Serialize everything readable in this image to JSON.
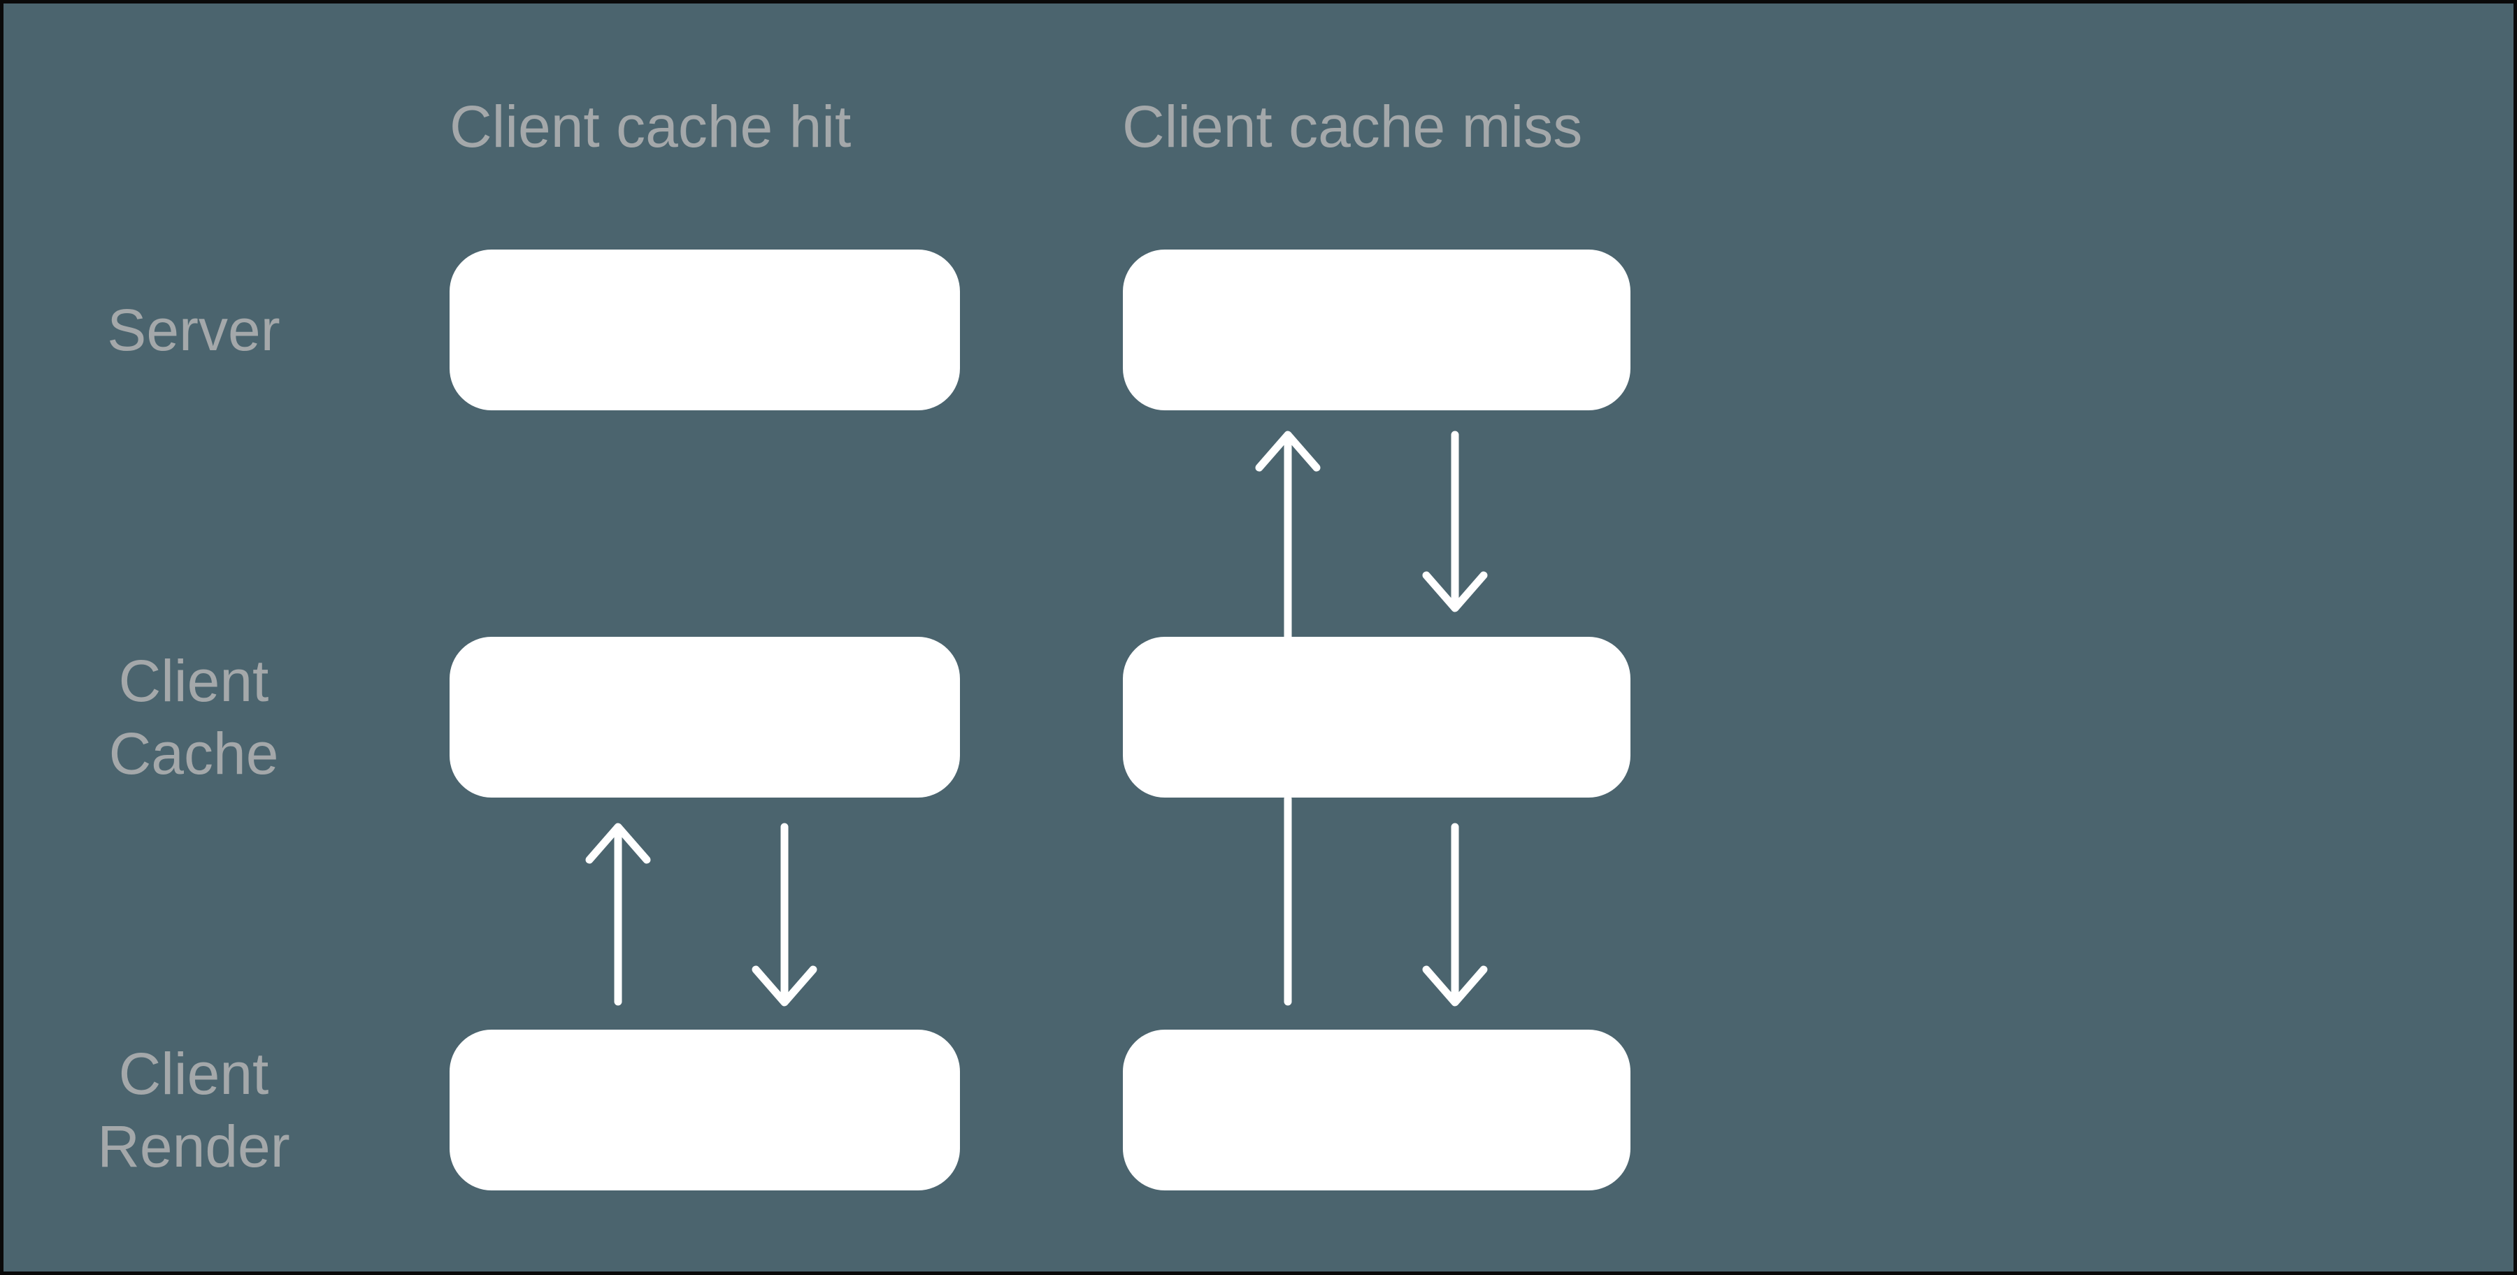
{
  "colors": {
    "background": "#4b646e",
    "box-fill": "#ffffff",
    "arrow-stroke": "#ffffff",
    "text-muted": "#a4a8aa",
    "border": "#0a0a0a"
  },
  "columns": [
    {
      "id": "cache-hit",
      "header": "Client cache hit"
    },
    {
      "id": "cache-miss",
      "header": "Client cache miss"
    }
  ],
  "rows": [
    {
      "id": "server",
      "lines": [
        "Server"
      ]
    },
    {
      "id": "client-cache",
      "lines": [
        "Client",
        "Cache"
      ]
    },
    {
      "id": "client-render",
      "lines": [
        "Client",
        "Render"
      ]
    }
  ],
  "flows": [
    {
      "column": "cache-hit",
      "from": "client-render",
      "to": "client-cache",
      "direction": "up"
    },
    {
      "column": "cache-hit",
      "from": "client-cache",
      "to": "client-render",
      "direction": "down"
    },
    {
      "column": "cache-miss",
      "from": "client-render",
      "to": "server",
      "direction": "up",
      "passes_through": "client-cache"
    },
    {
      "column": "cache-miss",
      "from": "server",
      "to": "client-cache",
      "direction": "down"
    },
    {
      "column": "cache-miss",
      "from": "client-cache",
      "to": "client-render",
      "direction": "down"
    }
  ]
}
